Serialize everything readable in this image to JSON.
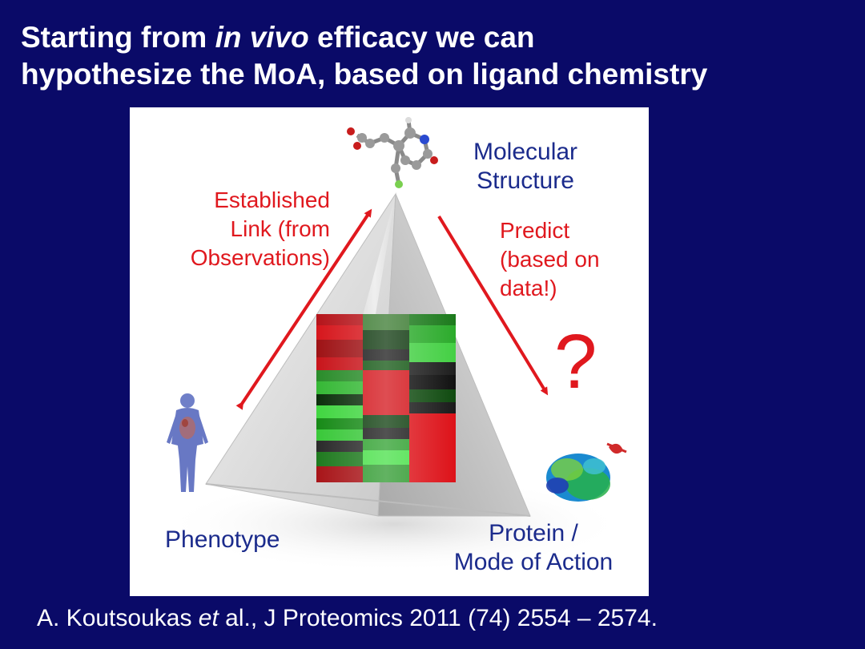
{
  "title": {
    "part1": "Starting from ",
    "italic": "in vivo",
    "part2": " efficacy we can",
    "line2": "hypothesize the MoA, based on ligand chemistry"
  },
  "diagram": {
    "molecular_structure": [
      "Molecular",
      "Structure"
    ],
    "established_link": [
      "Established",
      "Link (from",
      "Observations)"
    ],
    "predict": [
      "Predict",
      "(based on",
      "data!)"
    ],
    "question_mark": "?",
    "phenotype": "Phenotype",
    "protein_moa": [
      "Protein /",
      "Mode of Action"
    ]
  },
  "citation": {
    "author": "A. Koutsoukas ",
    "etal": "et",
    "rest": " al., J Proteomics 2011 (74) 2554 – 2574."
  },
  "colors": {
    "background": "#0a0a68",
    "label_blue": "#1b2b8c",
    "label_red": "#e0181e"
  }
}
